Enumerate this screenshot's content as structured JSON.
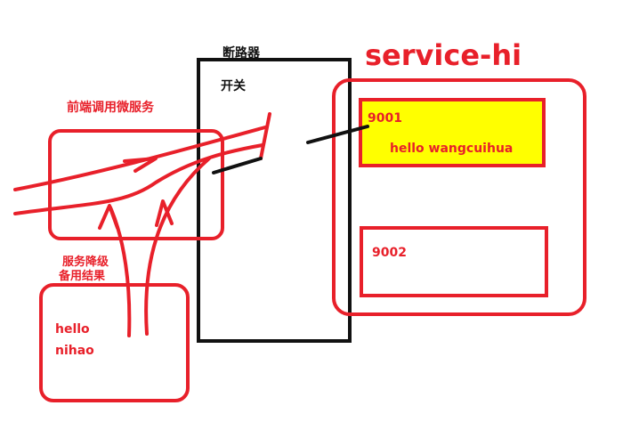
{
  "colors": {
    "red": "#e8202a",
    "black": "#111111",
    "yellow": "#ffff00"
  },
  "breaker": {
    "title": "断路器",
    "switch_label": "开关"
  },
  "service": {
    "title": "service-hi",
    "instances": [
      {
        "port": "9001",
        "message": "hello wangcuihua",
        "highlight": true
      },
      {
        "port": "9002",
        "message": "",
        "highlight": false
      }
    ]
  },
  "frontend": {
    "label": "前端调用微服务"
  },
  "fallback": {
    "label_line1": "服务降级",
    "label_line2": "备用结果",
    "result_line1": "hello",
    "result_line2": "nihao"
  }
}
